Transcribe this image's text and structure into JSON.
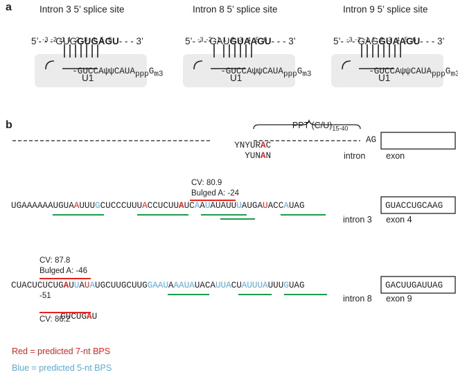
{
  "panels": {
    "a": {
      "letter": "a",
      "sites": [
        {
          "title": "Intron 3 5’ splice site",
          "left": "5’- - - GUG",
          "motif": "GUGAGU",
          "right": "- - - 3’",
          "positions": "-3 -2 -1 1  2  3  4  5  6",
          "u1_seq": "-GUCCAψψCAUA",
          "cap_ppp": "ppp",
          "cap_g": "G",
          "cap_m3": "m3",
          "u1_label": "U1"
        },
        {
          "title": "Intron 8 5’ splice site",
          "left": "5’- - - GAU",
          "motif": "GUAAGU",
          "right": "- - - 3’",
          "positions": "-3 -2 -1 1  2  3  4  5  6",
          "u1_seq": "-GUCCAψψCAUA",
          "cap_ppp": "ppp",
          "cap_g": "G",
          "cap_m3": "m3",
          "u1_label": "U1"
        },
        {
          "title": "Intron 9 5’ splice site",
          "left": "5’- - - GAG",
          "motif": "GUAAGU",
          "right": "- - - 3’",
          "positions": "-3 -2 -1 1  2  3  4  5  6",
          "u1_seq": "-GUCCAψψCAUA",
          "cap_ppp": "ppp",
          "cap_g": "G",
          "cap_m3": "m3",
          "u1_label": "U1"
        }
      ]
    },
    "b": {
      "letter": "b",
      "consensus": {
        "ppt_label": "PPT (C/U)",
        "ppt_sub": "15-40",
        "ynyur_pre": "YNYUR",
        "ynyur_a": "A",
        "ynyur_post": "C",
        "yunan_pre": "YUN",
        "yunan_a": "A",
        "yunan_post": "N",
        "ag": "AG",
        "intron_label": "intron",
        "exon_label": "exon"
      },
      "intron3": {
        "cv_label": "CV: 80.9",
        "bulged_label": "Bulged A: -24",
        "intron_label": "intron 3",
        "exon_label": "exon 4",
        "exon_seq": "GUACCUGCAAG",
        "sequence": "UGAAAAAAUGUAAUUUGCUCCCUUUACCUCUUAUCAAUAUAUUUAUGAUACCAUAG",
        "red": [
          12,
          25,
          32,
          48
        ],
        "blue": [
          16,
          35,
          37,
          43,
          52
        ],
        "bold": [
          32
        ]
      },
      "intron8": {
        "cv_label": "CV: 87.8",
        "bulged_label": "Bulged A: -46",
        "minus51": "-51",
        "sub_seq_pre": "GUCUG",
        "sub_seq_a": "A",
        "sub_seq_post": "U",
        "cv2_label": "CV: 86.2",
        "intron_label": "intron 8",
        "exon_label": "exon 9",
        "exon_seq": "GACUUGAUUAG",
        "sequence": "CUACUCUCUGAUUAUAUGCUUGCUUGGAAUAAAUAUACAUUACUAUUUAUUUGUAG",
        "red": [
          10,
          14
        ],
        "blue": [
          12,
          15,
          26,
          27,
          28,
          29,
          31,
          32,
          33,
          34,
          39,
          40,
          41,
          44,
          45,
          46,
          47,
          48,
          52
        ],
        "bold": [
          10
        ]
      }
    },
    "legend": {
      "red": "Red = predicted 7-nt BPS",
      "blue": "Blue = predicted 5-nt BPS"
    },
    "colors": {
      "red": "#e8231f",
      "blue": "#5aabdb",
      "green": "#1d9a4b",
      "box": "#ebebeb"
    }
  }
}
